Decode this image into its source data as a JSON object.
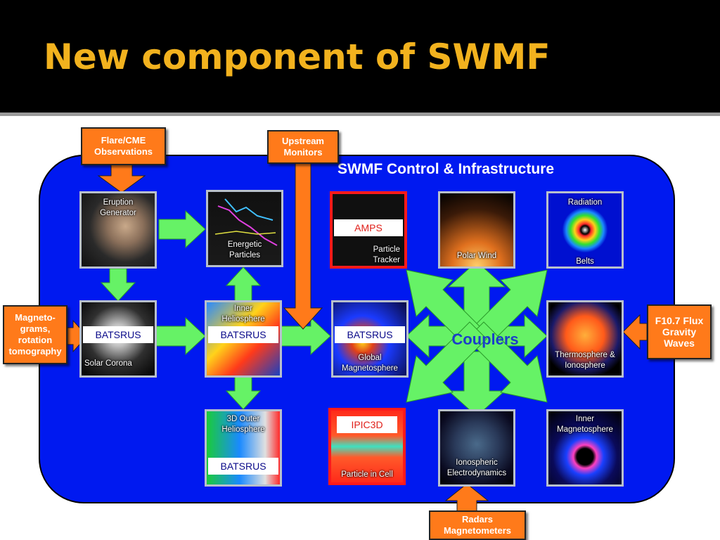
{
  "slide": {
    "title": "New component of SWMF",
    "control_label": "SWMF Control & Infrastructure",
    "couplers_label": "Couplers"
  },
  "inputs": {
    "flare": "Flare/CME Observations",
    "upstream": "Upstream Monitors",
    "magneto": "Magneto-grams, rotation tomography",
    "f107": "F10.7 Flux Gravity Waves",
    "radars": "Radars Magnetometers"
  },
  "components": {
    "eruption": {
      "caption": "Eruption Generator"
    },
    "energetic": {
      "caption": "Energetic Particles"
    },
    "amps": {
      "label": "AMPS",
      "caption": "Particle Tracker"
    },
    "polar": {
      "caption": "Polar Wind"
    },
    "radiation": {
      "caption_top": "Radiation",
      "caption_bottom": "Belts"
    },
    "corona": {
      "label": "BATSRUS",
      "caption": "Solar Corona"
    },
    "inner_helio": {
      "caption": "Inner Heliosphere",
      "label": "BATSRUS"
    },
    "global": {
      "label": "BATSRUS",
      "caption": "Global Magnetosphere"
    },
    "thermo": {
      "caption": "Thermosphere & Ionosphere"
    },
    "outer_helio": {
      "caption": "3D Outer Heliosphere",
      "label": "BATSRUS"
    },
    "ipic": {
      "label": "IPIC3D",
      "caption": "Particle in Cell"
    },
    "iono": {
      "caption": "Ionospheric Electrodynamics"
    },
    "inner_mag": {
      "caption": "Inner Magnetosphere"
    }
  },
  "colors": {
    "title": "#f2b21e",
    "panel": "#0019f0",
    "arrow_green": "#66f266",
    "arrow_orange": "#ff7a1a",
    "highlight_border": "#ff1a1a"
  }
}
